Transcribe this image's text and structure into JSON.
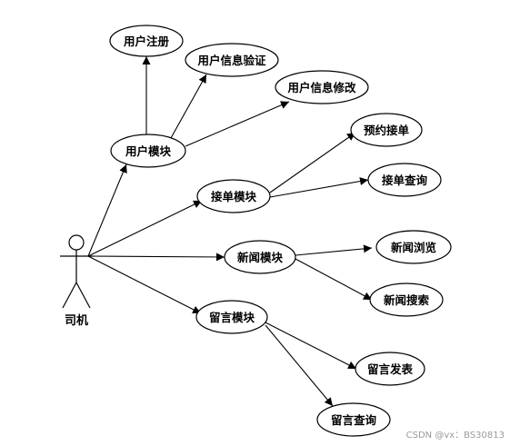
{
  "actor": {
    "label": "司机"
  },
  "modules": {
    "user": "用户模块",
    "order": "接单模块",
    "news": "新闻模块",
    "message": "留言模块"
  },
  "use_cases": {
    "user_register": "用户注册",
    "user_verify": "用户信息验证",
    "user_modify": "用户信息修改",
    "order_reserve": "预约接单",
    "order_query": "接单查询",
    "news_browse": "新闻浏览",
    "news_search": "新闻搜索",
    "message_post": "留言发表",
    "message_query": "留言查询"
  },
  "watermark": "CSDN @vx：BS30813"
}
